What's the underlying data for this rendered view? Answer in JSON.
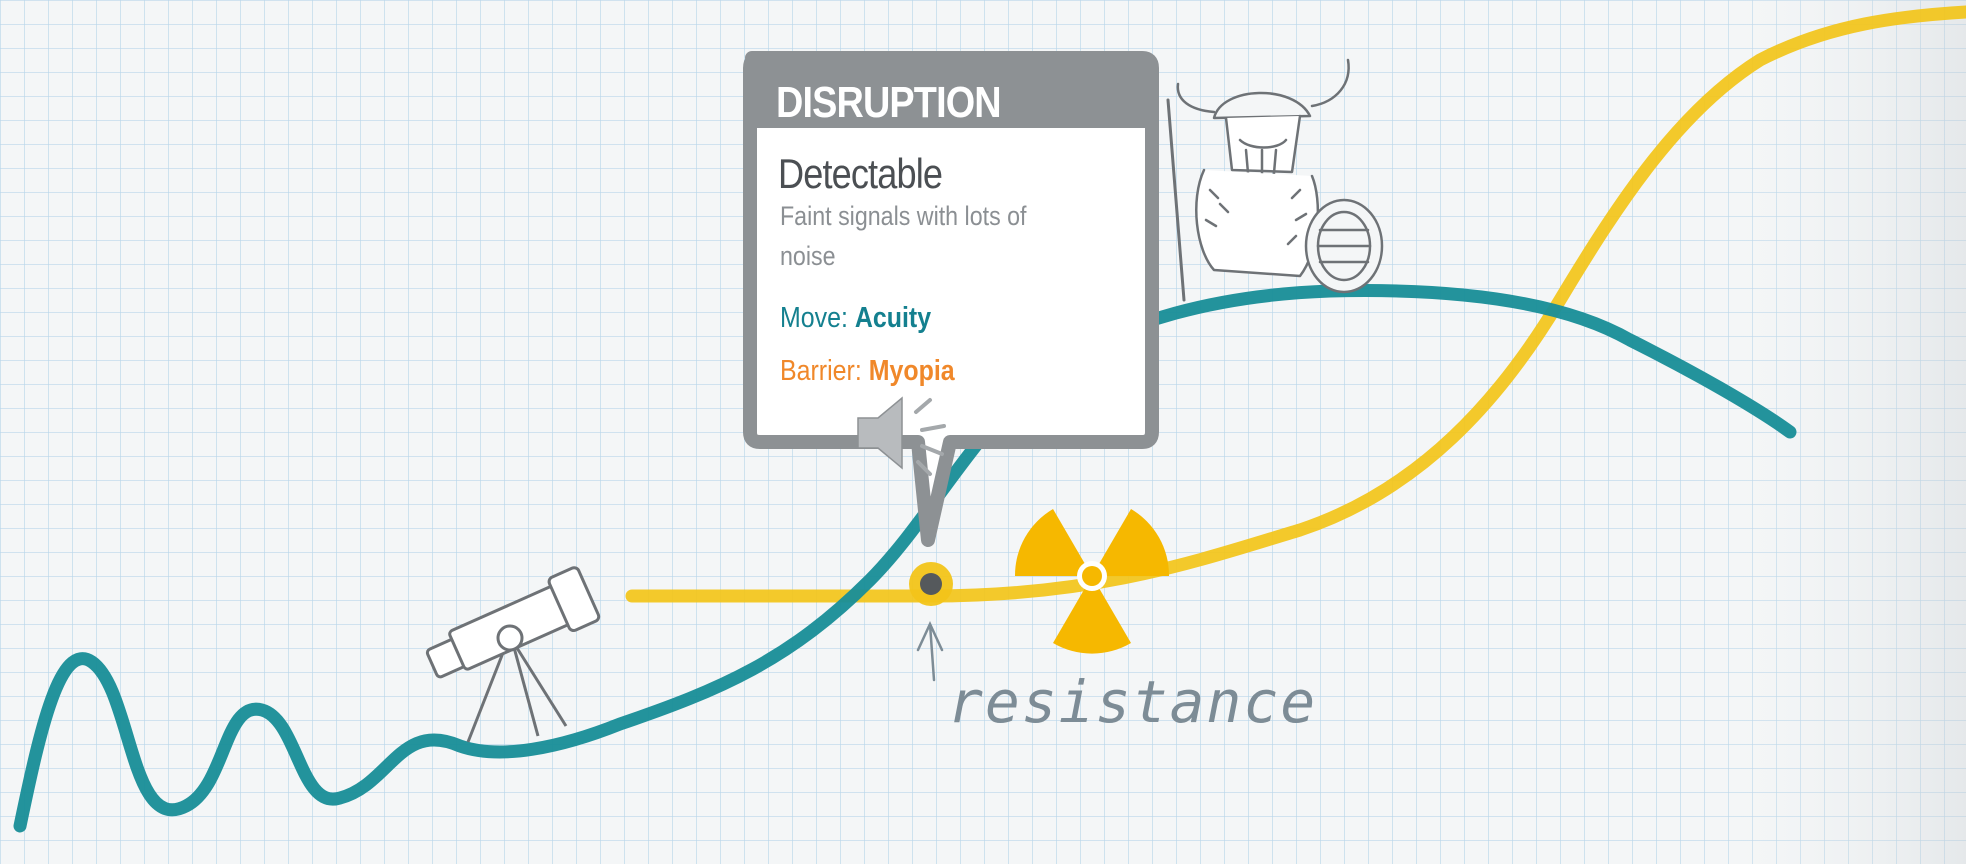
{
  "callout": {
    "heading": "DISRUPTION",
    "title": "Detectable",
    "description": "Faint signals with lots of noise",
    "move_label": "Move:",
    "move_value": "Acuity",
    "barrier_label": "Barrier:",
    "barrier_value": "Myopia"
  },
  "annotation": {
    "text": "resistance"
  },
  "colors": {
    "background": "#f4f6f7",
    "grid": "#b9d6ea",
    "teal_curve": "#1a8f98",
    "yellow_curve": "#f2c419",
    "callout_header": "#8d9194",
    "move": "#14808f",
    "barrier": "#f0882a",
    "radiation": "#f6b800"
  },
  "icons": [
    "telescope-icon",
    "viking-icon",
    "speaker-icon",
    "radiation-icon",
    "arrow-up-icon"
  ]
}
